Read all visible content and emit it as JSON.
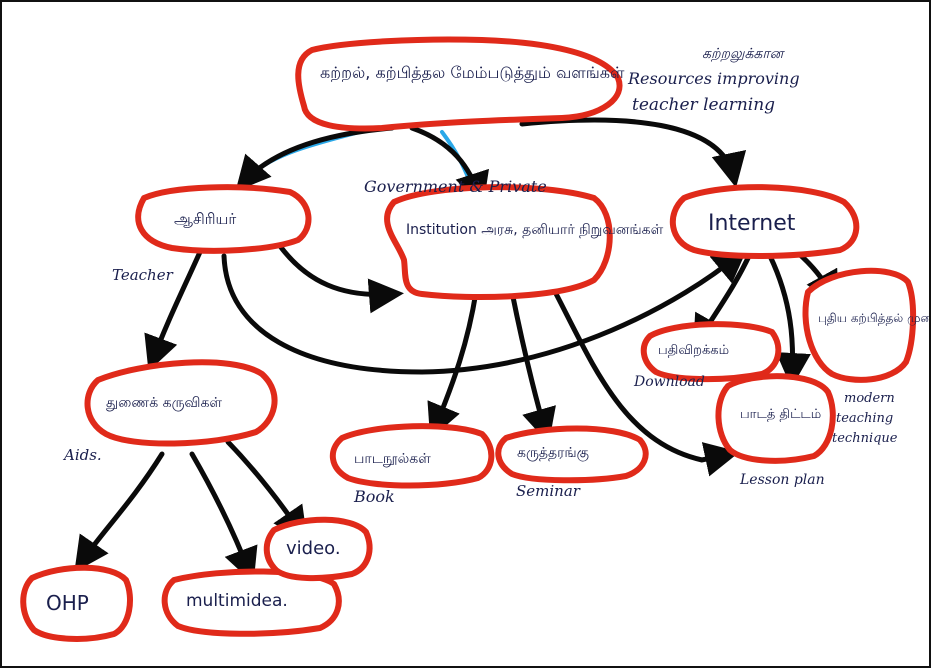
{
  "colors": {
    "node_stroke": "#e02a1a",
    "ink": "#1a1f4d",
    "arrow": "#0a0a0a",
    "accent_arrow": "#2aa8e8"
  },
  "nodes": {
    "top": "கற்றல், கற்பித்தல மேம்படுத்தும் வளங்கள்",
    "teacher": "ஆசிரியர்",
    "institution": "Institution அரசு, தனியார் நிறுவனங்கள்",
    "internet": "Internet",
    "aids": "துணைக் கருவிகள்",
    "book": "பாடநூல்கள்",
    "seminar": "கருத்தரங்கு",
    "download": "பதிவிறக்கம்",
    "lesson_plan": "பாடத் திட்டம்",
    "modern": "புதிய கற்பித்தல் முறைகள்",
    "ohp": "OHP",
    "multimedia": "multimidea.",
    "video": "video."
  },
  "annotations": {
    "resources_1": "கற்றலுக்கான",
    "resources_2": "Resources improving",
    "resources_3": "teacher learning",
    "gov_private": "Government & Private",
    "teacher": "Teacher",
    "aids": "Aids.",
    "book": "Book",
    "seminar": "Seminar",
    "download": "Download",
    "lesson_plan": "Lesson plan",
    "modern_1": "modern",
    "modern_2": "teaching",
    "modern_3": "technique"
  }
}
